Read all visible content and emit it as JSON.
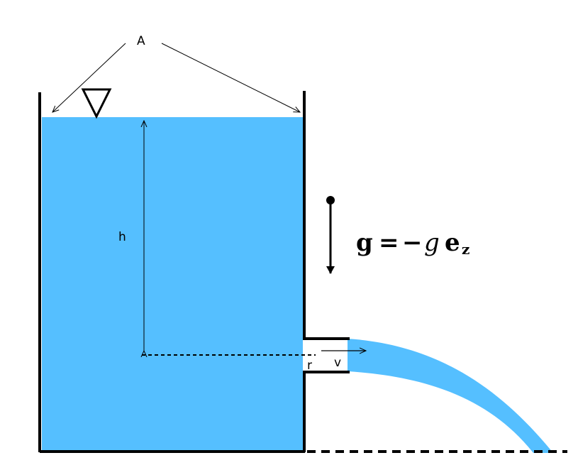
{
  "labels": {
    "area": "A",
    "height": "h",
    "radius": "r",
    "velocity": "v"
  },
  "gravity_formula": {
    "g": "g",
    "eq": "=",
    "minus": "−",
    "g_scalar": "g",
    "e": "e",
    "z": "z"
  },
  "colors": {
    "water": "#55bfff",
    "stroke": "#000000"
  },
  "icons": {
    "water_surface_marker": "triangle-down-icon"
  }
}
